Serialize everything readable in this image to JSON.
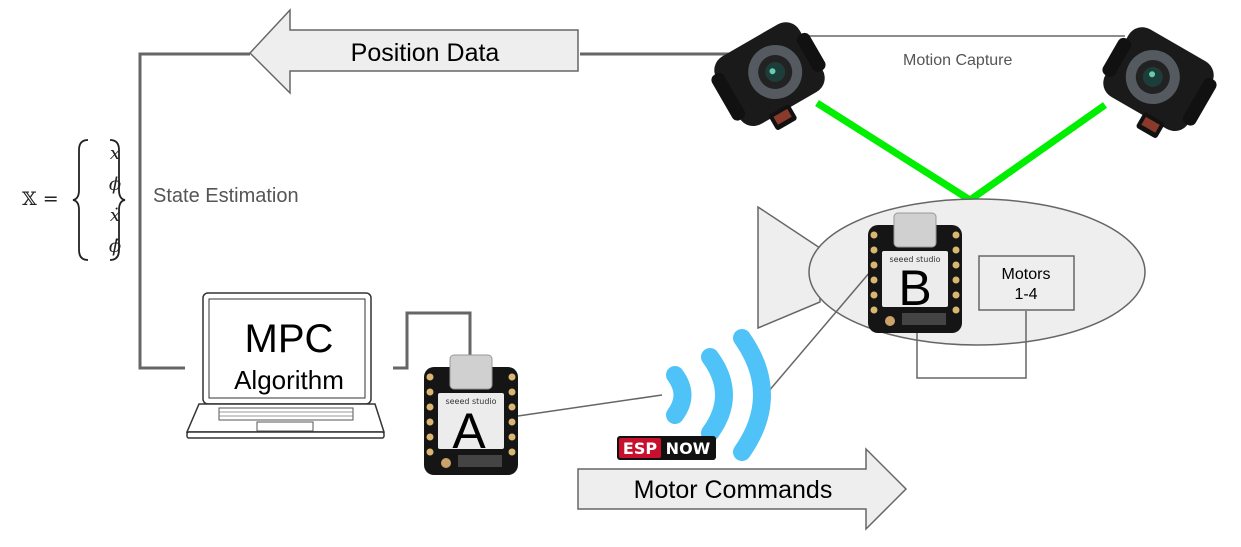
{
  "diagram": {
    "type": "system-architecture",
    "position_data_arrow": {
      "label": "Position Data",
      "direction": "left"
    },
    "motor_commands_arrow": {
      "label": "Motor Commands",
      "direction": "right"
    },
    "state_estimation_label": "State Estimation",
    "motion_capture_label": "Motion Capture",
    "state_vector": {
      "symbol": "𝕏 =",
      "components": [
        "x",
        "ϕ",
        "ẋ",
        "ϕ̇"
      ]
    },
    "laptop": {
      "line1": "MPC",
      "line2": "Algorithm"
    },
    "board_a": {
      "label": "A",
      "brand": "seeed studio"
    },
    "board_b": {
      "label": "B",
      "brand": "seeed studio"
    },
    "motors_box": {
      "line1": "Motors",
      "line2": "1-4"
    },
    "protocol_badge": {
      "part1": "ESP",
      "part2": "NOW"
    },
    "cameras": [
      {
        "name": "camera-left"
      },
      {
        "name": "camera-right"
      }
    ],
    "colors": {
      "tracking_lines": "#00ee00",
      "wireless_icon": "#4fc3f7",
      "arrow_fill": "#eeeeee",
      "arrow_stroke": "#666666",
      "connector_lines": "#666666",
      "blimp_fill": "#eeeeee",
      "esp_red": "#c8102e"
    }
  }
}
